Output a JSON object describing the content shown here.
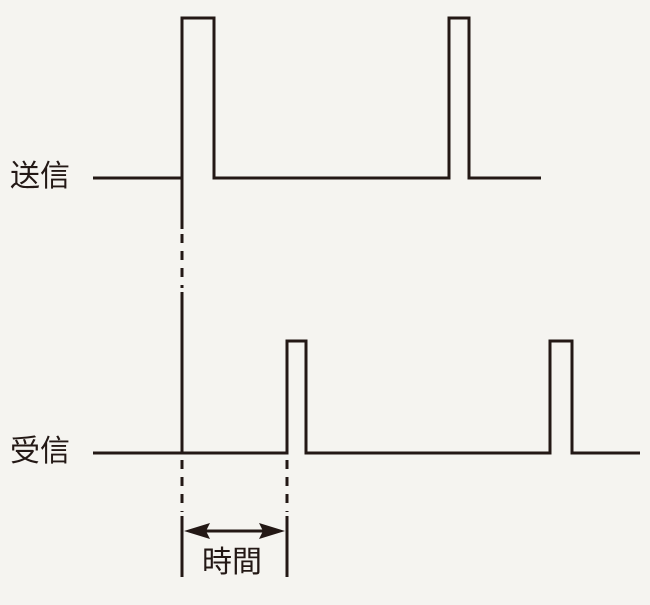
{
  "labels": {
    "transmit": "送信",
    "receive": "受信",
    "time": "時間"
  },
  "colors": {
    "line": "#231815",
    "background": "#f5f4f0"
  }
}
